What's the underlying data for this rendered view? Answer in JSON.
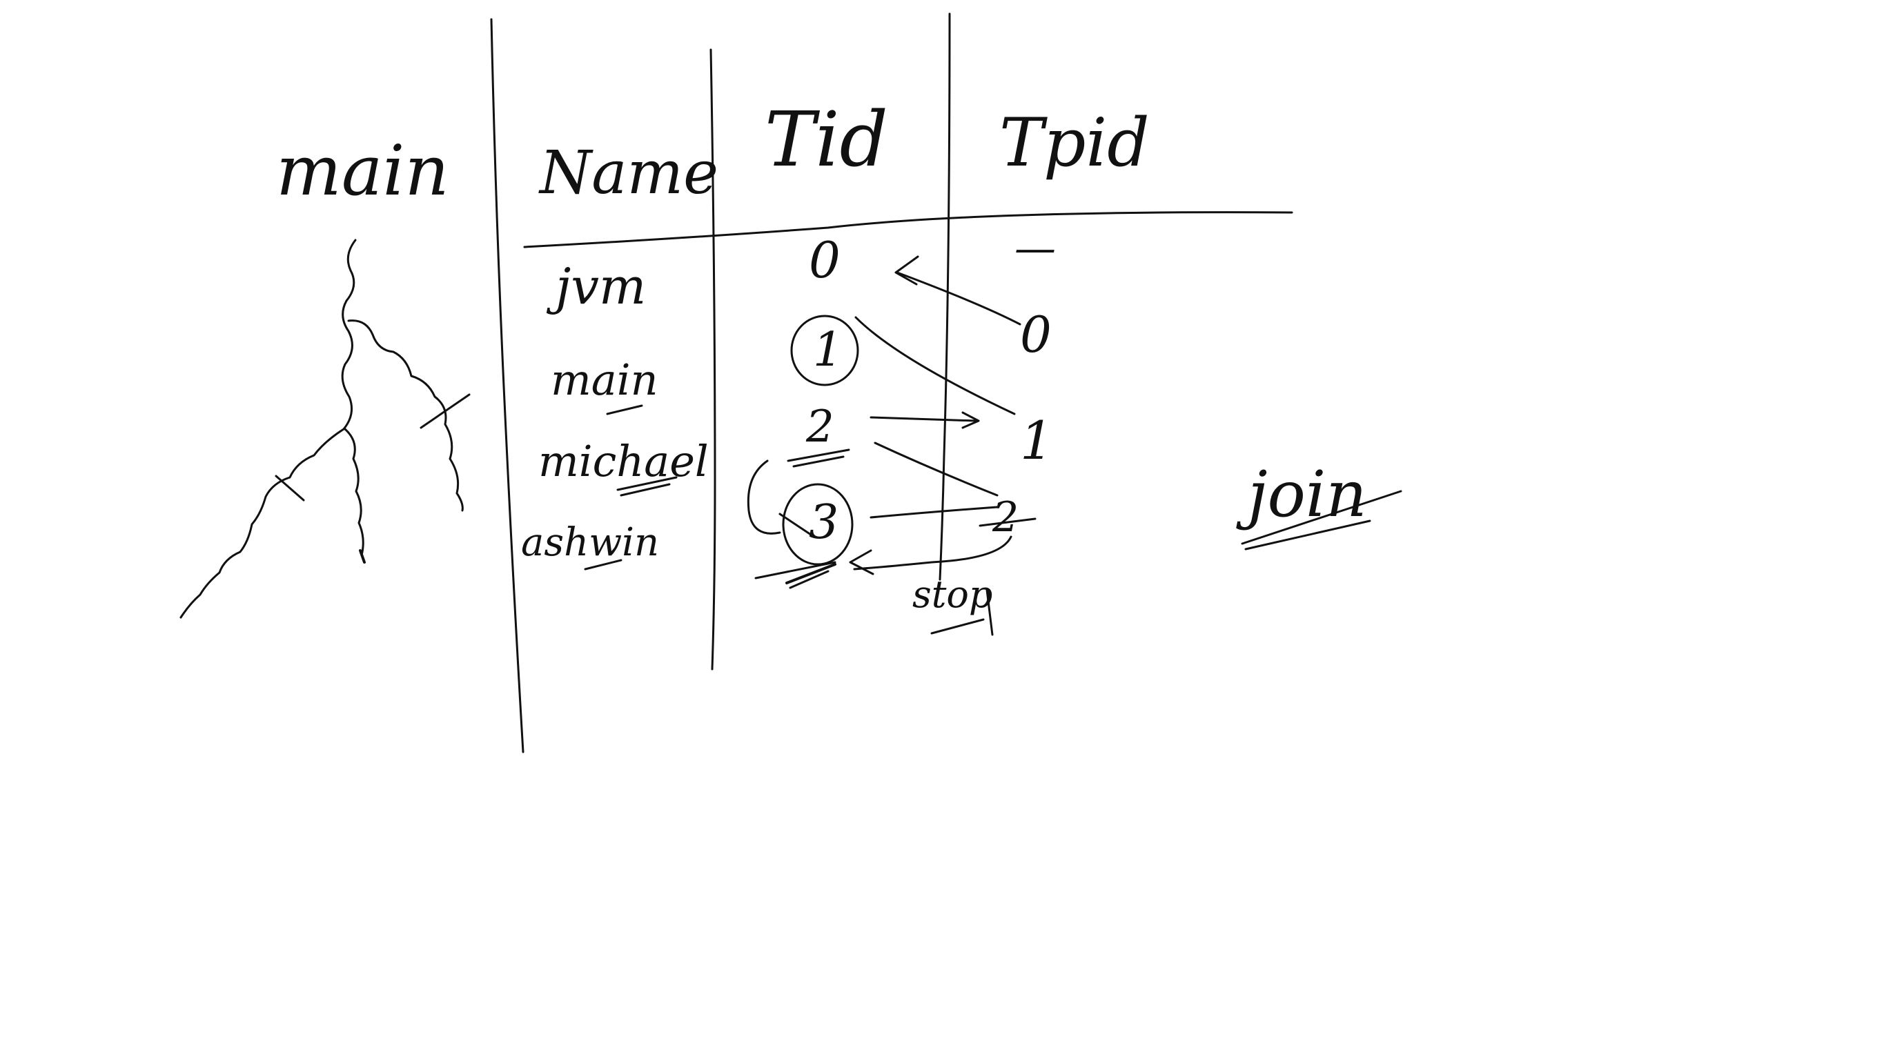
{
  "labels": {
    "main": "main",
    "join": "join",
    "stop": "stop"
  },
  "table": {
    "headers": [
      "Name",
      "Tid",
      "Tpid"
    ],
    "rows": [
      {
        "name": "jvm",
        "tid": "0",
        "tpid": "—"
      },
      {
        "name": "main",
        "tid": "1",
        "tpid": "0"
      },
      {
        "name": "michael",
        "tid": "2",
        "tpid": "1"
      },
      {
        "name": "ashwin",
        "tid": "3",
        "tpid": "2"
      }
    ]
  },
  "colors": {
    "ink": "#111111",
    "background": "#ffffff"
  }
}
